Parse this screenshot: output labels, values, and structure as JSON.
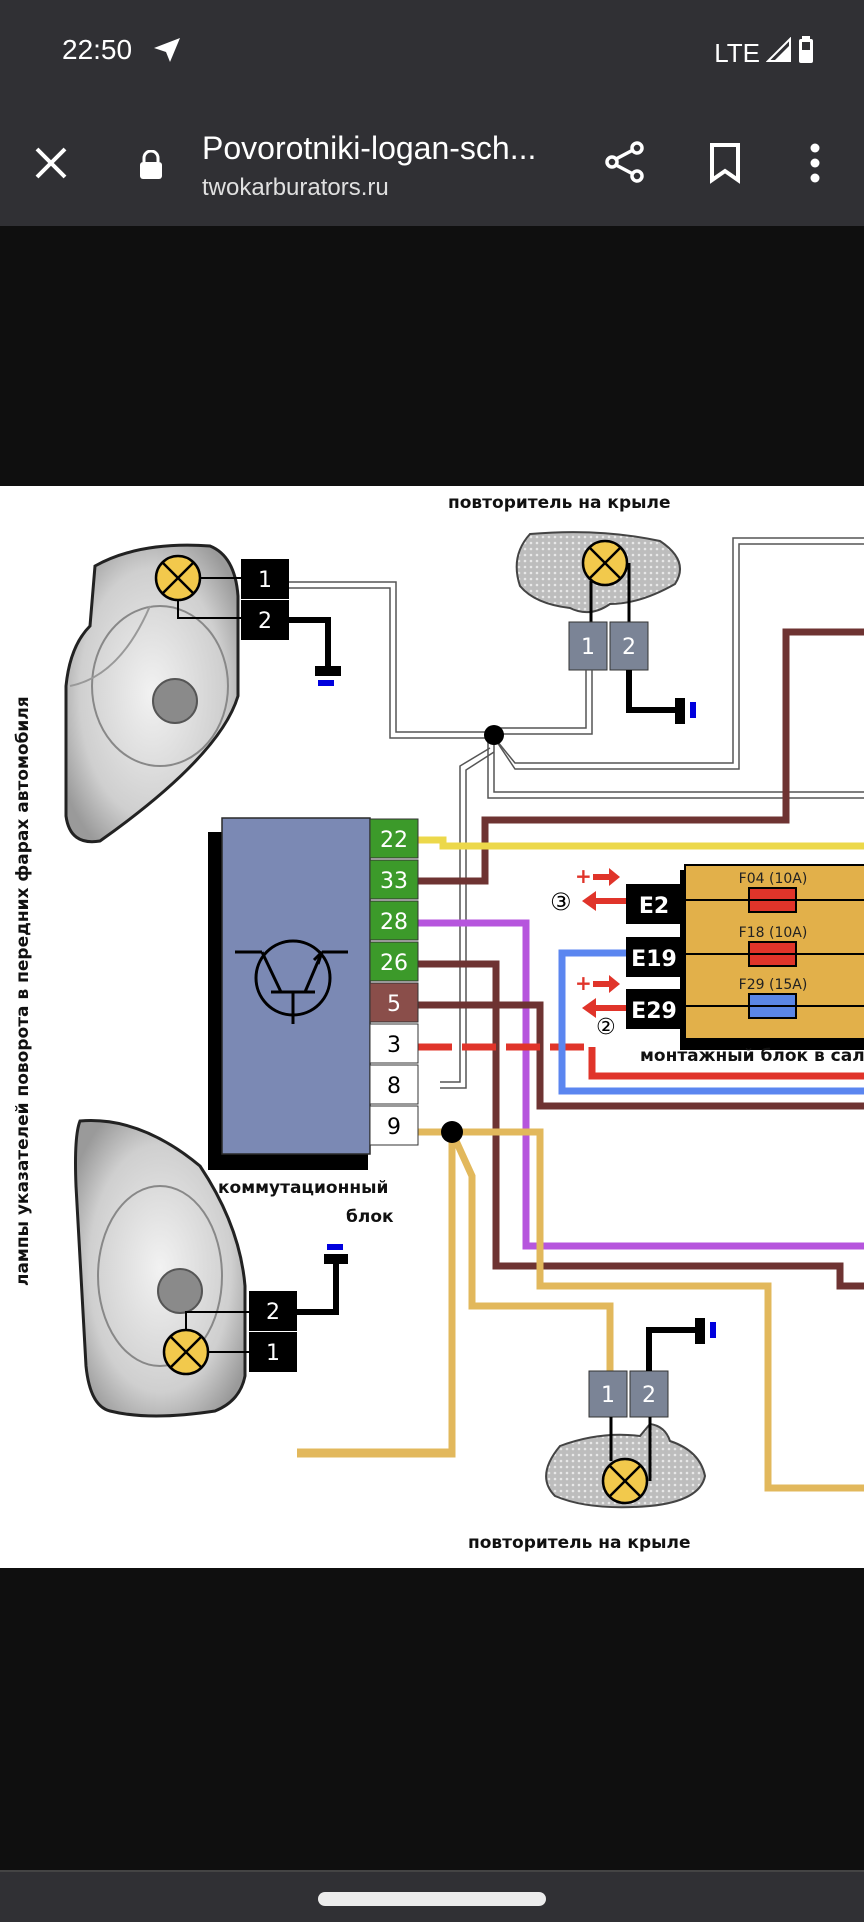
{
  "status_bar": {
    "time": "22:50",
    "network": "LTE",
    "icons": [
      "telegram-send-icon",
      "signal-icon",
      "battery-icon"
    ]
  },
  "browser": {
    "page_title": "Povorotniki-logan-sch...",
    "url": "twokarburators.ru",
    "icons": [
      "close-icon",
      "lock-icon",
      "share-icon",
      "bookmark-icon",
      "more-vert-icon"
    ]
  },
  "diagram": {
    "side_label": "лампы указателей поворота в передних фарах автомобиля",
    "repeater_top_label": "повторитель на крыле",
    "repeater_bottom_label": "повторитель на крыле",
    "switch_block_label_1": "коммутационный",
    "switch_block_label_2": "блок",
    "mount_block_label": "монтажный блок в сало",
    "headlamp_top_pins": [
      "1",
      "2"
    ],
    "headlamp_bottom_pins": [
      "2",
      "1"
    ],
    "repeater_top_pins": [
      "1",
      "2"
    ],
    "repeater_bottom_pins": [
      "1",
      "2"
    ],
    "switch_pins": [
      {
        "num": "22",
        "color": "#3c9a2a",
        "text": "#ffffff"
      },
      {
        "num": "33",
        "color": "#3c9a2a",
        "text": "#ffffff"
      },
      {
        "num": "28",
        "color": "#3c9a2a",
        "text": "#ffffff"
      },
      {
        "num": "26",
        "color": "#3c9a2a",
        "text": "#ffffff"
      },
      {
        "num": "5",
        "color": "#8a4e4a",
        "text": "#ffffff"
      },
      {
        "num": "3",
        "color": "#ffffff",
        "text": "#000000"
      },
      {
        "num": "8",
        "color": "#ffffff",
        "text": "#000000"
      },
      {
        "num": "9",
        "color": "#ffffff",
        "text": "#000000"
      }
    ],
    "connectors": [
      "E2",
      "E19",
      "E29"
    ],
    "fuses": [
      {
        "label": "F04 (10A)",
        "color": "#e0342a"
      },
      {
        "label": "F18 (10A)",
        "color": "#e0342a"
      },
      {
        "label": "F29 (15A)",
        "color": "#5b86e5"
      }
    ],
    "circled_numbers": [
      "③",
      "②"
    ],
    "plus_sign": "+",
    "wire_colors": {
      "yellow": "#ecd84a",
      "brown": "#6e3332",
      "purple": "#b655dd",
      "red": "#e0342a",
      "blue": "#5b86f0",
      "tan": "#e2b85c",
      "ground": "#0000dd"
    }
  }
}
